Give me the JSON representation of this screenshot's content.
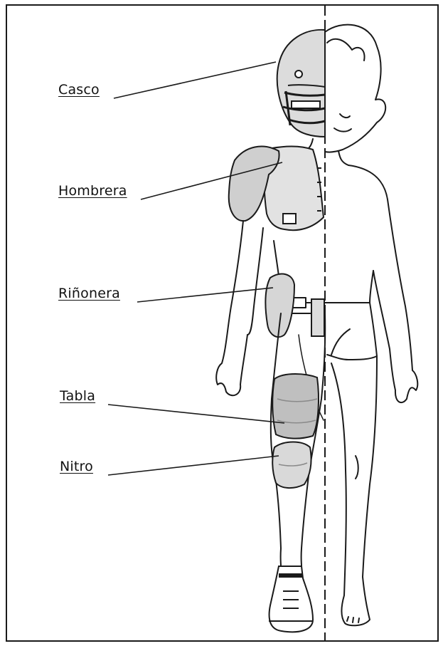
{
  "labels": {
    "casco": "Casco",
    "hombrera": "Hombrera",
    "rinonera": "Riñonera",
    "tabla": "Tabla",
    "nitro": "Nitro"
  },
  "colors": {
    "ink": "#1a1a1a",
    "padding_fill": "#d9d9d9",
    "padding_dark": "#bdbdbd"
  }
}
